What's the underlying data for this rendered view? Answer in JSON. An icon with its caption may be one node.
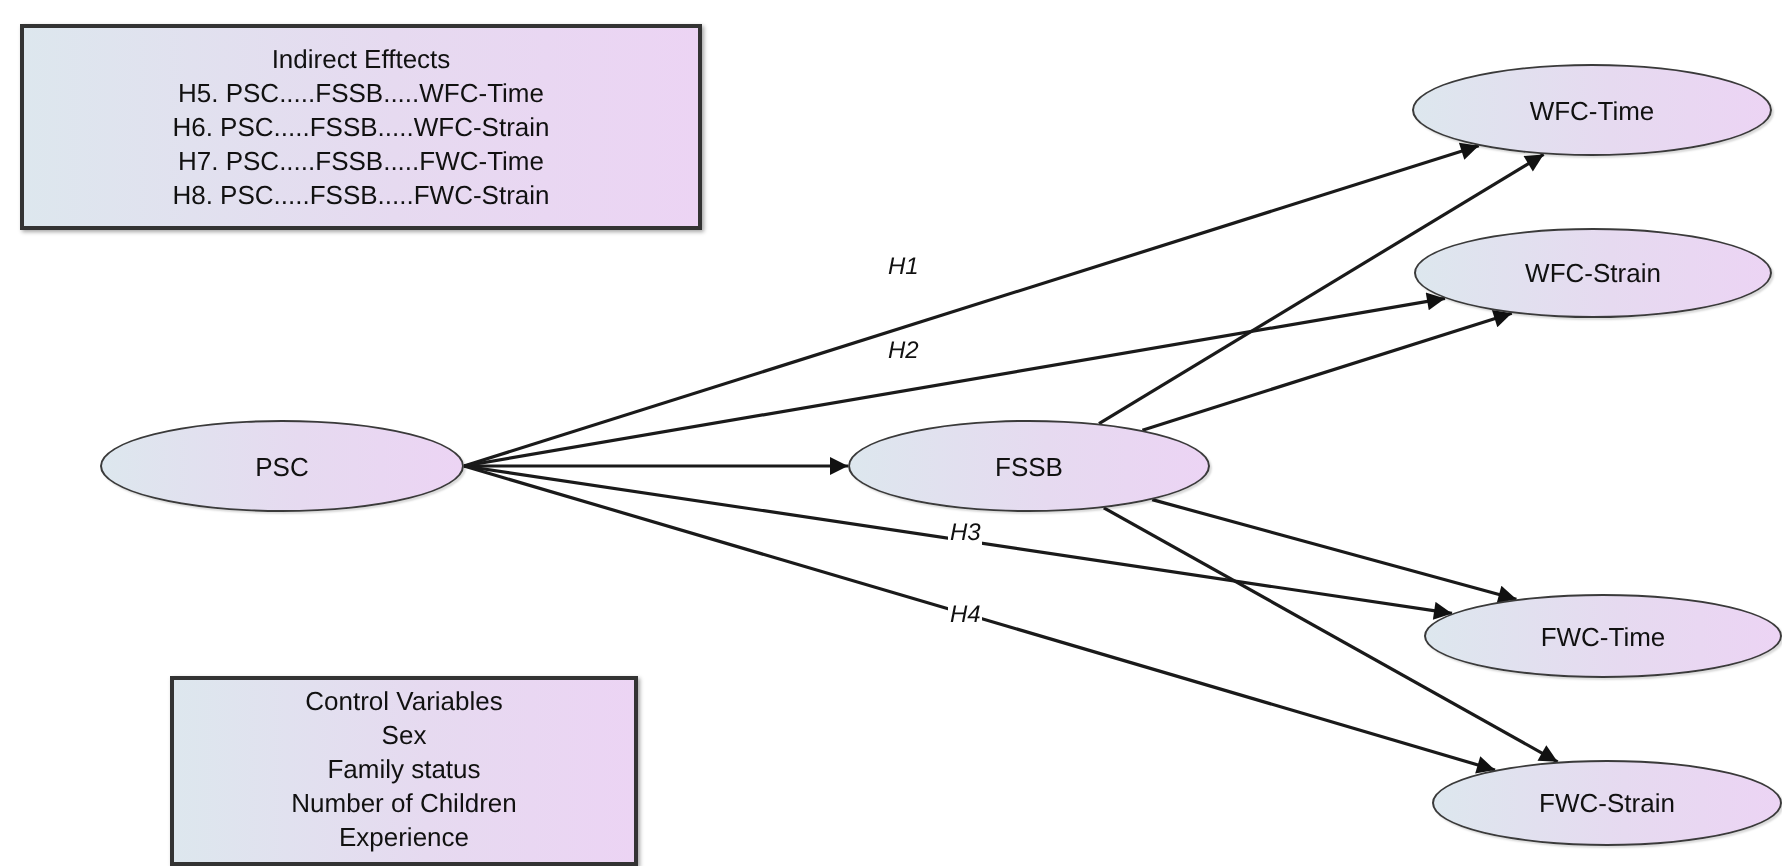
{
  "diagram": {
    "nodes": [
      {
        "text": [
          "Indirect Efftects",
          "H5. PSC.....FSSB.....WFC-Time",
          "H6. PSC.....FSSB.....WFC-Strain",
          "H7. PSC.....FSSB.....FWC-Time",
          "H8. PSC.....FSSB.....FWC-Strain"
        ]
      },
      {
        "text": [
          "PSC"
        ]
      },
      {
        "text": [
          "FSSB"
        ]
      },
      {
        "text": [
          "WFC-Time"
        ]
      },
      {
        "text": [
          "WFC-Strain"
        ]
      },
      {
        "text": [
          "FWC-Time"
        ]
      },
      {
        "text": [
          "FWC-Strain"
        ]
      },
      {
        "text": [
          "Control Variables",
          "Sex",
          "Family status",
          "Number of Children",
          "Experience"
        ]
      }
    ],
    "edges": [
      {
        "from": 1,
        "to": 3,
        "arrow": "to",
        "label": "H1"
      },
      {
        "from": 1,
        "to": 4,
        "arrow": "to",
        "label": "H2"
      },
      {
        "from": 1,
        "to": 2,
        "arrow": "to"
      },
      {
        "from": 1,
        "to": 5,
        "arrow": "to",
        "label": "H3"
      },
      {
        "from": 1,
        "to": 6,
        "arrow": "to",
        "label": "H4"
      },
      {
        "from": 2,
        "to": 3,
        "arrow": "to"
      },
      {
        "from": 2,
        "to": 4,
        "arrow": "to"
      },
      {
        "from": 2,
        "to": 5,
        "arrow": "to"
      },
      {
        "from": 2,
        "to": 6,
        "arrow": "to"
      }
    ]
  }
}
